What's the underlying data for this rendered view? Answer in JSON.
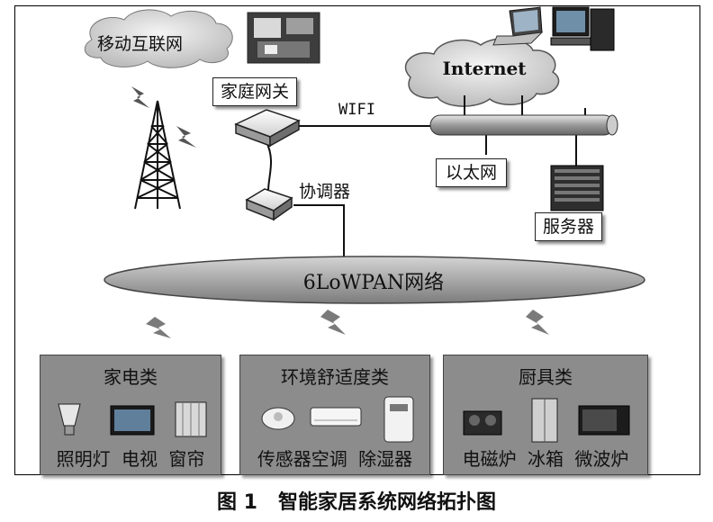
{
  "labels": {
    "mobile_internet": "移动互联网",
    "home_gateway": "家庭网关",
    "wifi": "WIFI",
    "internet": "Internet",
    "ethernet": "以太网",
    "coordinator": "协调器",
    "server": "服务器",
    "lowpan": "6LoWPAN网络"
  },
  "categories": [
    {
      "title": "家电类",
      "items": "照明灯 电视 窗帘"
    },
    {
      "title": "环境舒适度类",
      "items": "传感器空调 除湿器"
    },
    {
      "title": "厨具类",
      "items": "电磁炉 冰箱 微波炉"
    }
  ],
  "caption": "图 1   智能家居系统网络拓扑图"
}
